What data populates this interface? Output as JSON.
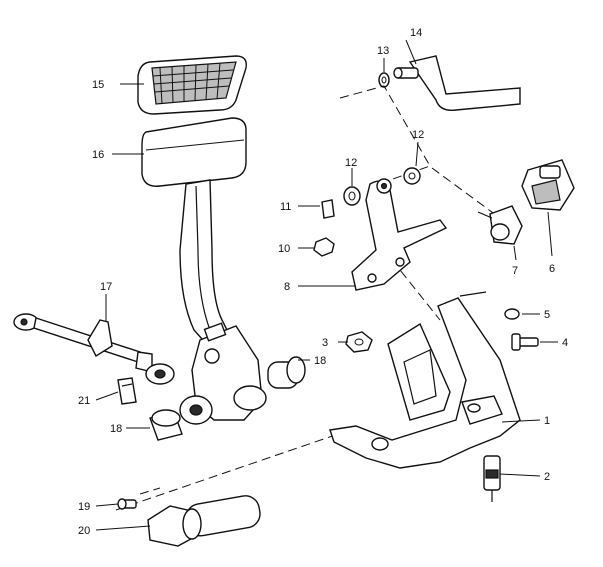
{
  "callouts": [
    {
      "id": "c1",
      "label": "1"
    },
    {
      "id": "c2",
      "label": "2"
    },
    {
      "id": "c3",
      "label": "3"
    },
    {
      "id": "c4",
      "label": "4"
    },
    {
      "id": "c5",
      "label": "5"
    },
    {
      "id": "c6",
      "label": "6"
    },
    {
      "id": "c7",
      "label": "7"
    },
    {
      "id": "c8",
      "label": "8"
    },
    {
      "id": "c10",
      "label": "10"
    },
    {
      "id": "c11",
      "label": "11"
    },
    {
      "id": "c12a",
      "label": "12"
    },
    {
      "id": "c12b",
      "label": "12"
    },
    {
      "id": "c13",
      "label": "13"
    },
    {
      "id": "c14",
      "label": "14"
    },
    {
      "id": "c15",
      "label": "15"
    },
    {
      "id": "c16",
      "label": "16"
    },
    {
      "id": "c17",
      "label": "17"
    },
    {
      "id": "c18a",
      "label": "18"
    },
    {
      "id": "c18b",
      "label": "18"
    },
    {
      "id": "c19",
      "label": "19"
    },
    {
      "id": "c20",
      "label": "20"
    },
    {
      "id": "c21",
      "label": "21"
    }
  ]
}
